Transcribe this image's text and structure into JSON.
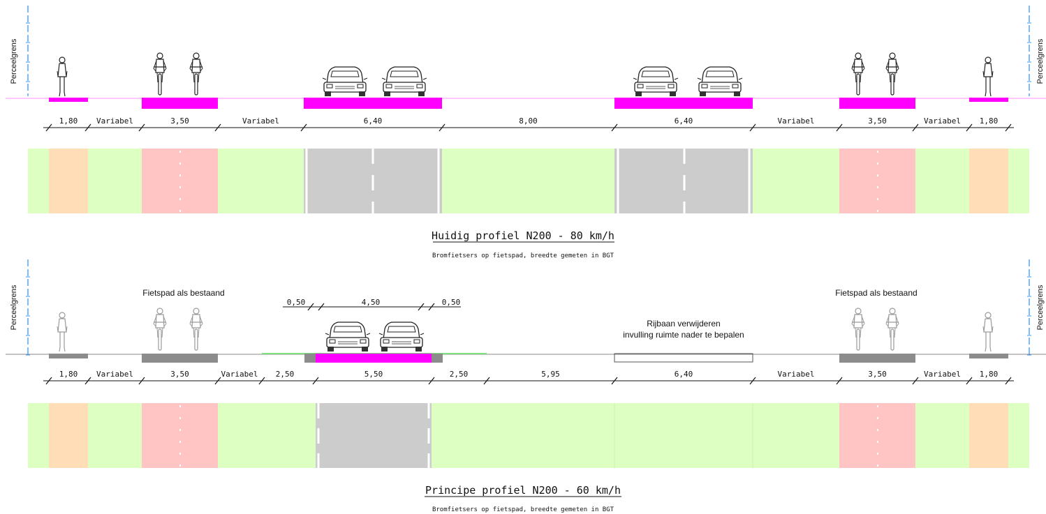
{
  "colors": {
    "magenta": "#ff00ff",
    "grey_strip": "#8c8c8c",
    "green": "#ddffc1",
    "orange": "#ffddb6",
    "red": "#ffc4c4",
    "asphalt": "#cccccc",
    "boundary_blue": "#3399ff",
    "ground_pink": "#ffb6ff"
  },
  "boundary_label": "Perceelgrens",
  "current": {
    "title": "Huidig profiel N200 - 80 km/h",
    "subtitle": "Bromfietsers op fietspad, breedte gemeten in BGT",
    "dimensions": [
      "1,80",
      "Variabel",
      "3,50",
      "Variabel",
      "6,40",
      "8,00",
      "6,40",
      "Variabel",
      "3,50",
      "Variabel",
      "1,80"
    ]
  },
  "proposed": {
    "title": "Principe profiel N200 - 60 km/h",
    "subtitle": "Bromfietsers op fietspad, breedte gemeten in BGT",
    "label_left": "Fietspad als bestaand",
    "label_right": "Fietspad als bestaand",
    "removal_line1": "Rijbaan verwijderen",
    "removal_line2": "invulling ruimte nader te bepalen",
    "top_dimensions": [
      "0,50",
      "4,50",
      "0,50"
    ],
    "dimensions": [
      "1,80",
      "Variabel",
      "3,50",
      "Variabel",
      "2,50",
      "5,50",
      "2,50",
      "5,95",
      "6,40",
      "Variabel",
      "3,50",
      "Variabel",
      "1,80"
    ]
  },
  "icons": [
    "pedestrian-icon",
    "cyclist-icon",
    "car-icon"
  ]
}
